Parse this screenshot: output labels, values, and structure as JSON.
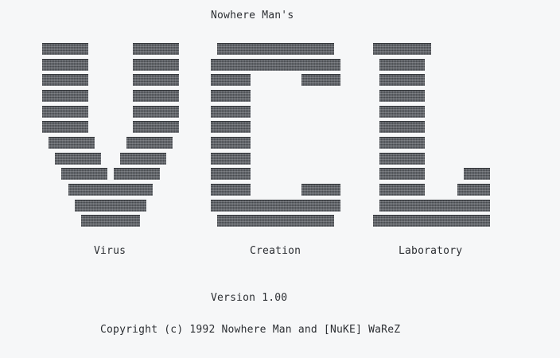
{
  "screen": {
    "author_line": "Nowhere Man's",
    "logo_text": "VCL",
    "labels": {
      "virus": "Virus",
      "creation": "Creation",
      "laboratory": "Laboratory"
    },
    "version_line": "Version 1.00",
    "copyright_line": "Copyright (c) 1992 Nowhere Man and [NuKE] WaReZ"
  },
  "colors": {
    "background": "#f6f7f8",
    "text": "#2c2f33",
    "logo_block": "#5c6066"
  }
}
